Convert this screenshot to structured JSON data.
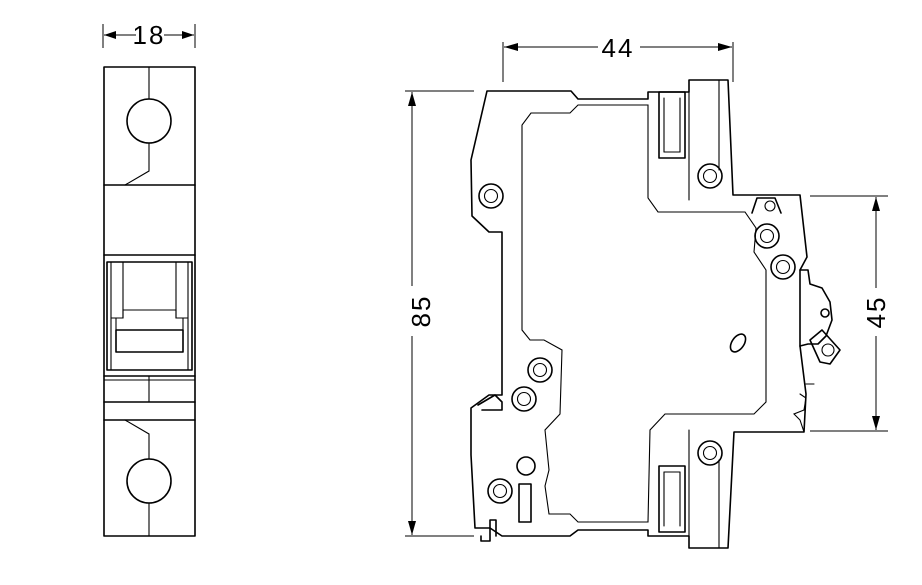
{
  "drawing": {
    "dimensions": {
      "width_front": "18",
      "depth": "44",
      "height_total": "85",
      "height_front": "45"
    },
    "colors": {
      "line": "#000000",
      "background": "#ffffff"
    }
  }
}
